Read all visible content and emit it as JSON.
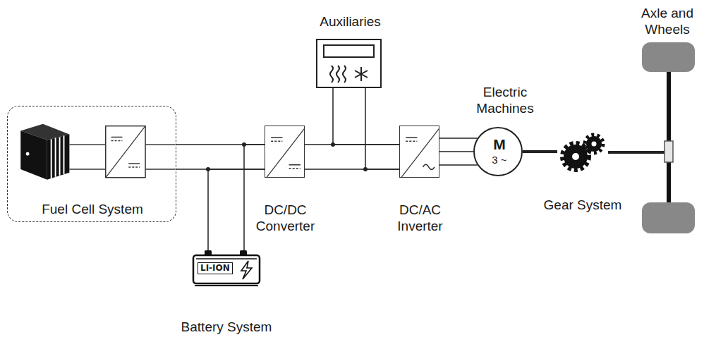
{
  "diagram": {
    "nodes": [
      {
        "text": [
          "Fuel Cell System"
        ]
      },
      {
        "text": [
          "Auxiliaries"
        ]
      },
      {
        "text": [
          "DC/DC Converter"
        ]
      },
      {
        "text": [
          "DC/AC Inverter"
        ]
      },
      {
        "text": [
          "Electric Machines",
          "M",
          "3 ~"
        ]
      },
      {
        "text": [
          "Gear System"
        ]
      },
      {
        "text": [
          "LI-ION",
          "Battery System"
        ]
      },
      {
        "text": [
          "Axle and Wheels"
        ]
      }
    ],
    "edges": [
      {
        "from": 0,
        "to": 2,
        "arrow": "none"
      },
      {
        "from": 6,
        "to": 2,
        "arrow": "none"
      },
      {
        "from": 2,
        "to": 3,
        "arrow": "none"
      },
      {
        "from": 1,
        "to": 3,
        "arrow": "none"
      },
      {
        "from": 3,
        "to": 4,
        "arrow": "none"
      },
      {
        "from": 4,
        "to": 5,
        "arrow": "none"
      },
      {
        "from": 5,
        "to": 7,
        "arrow": "none"
      }
    ]
  }
}
